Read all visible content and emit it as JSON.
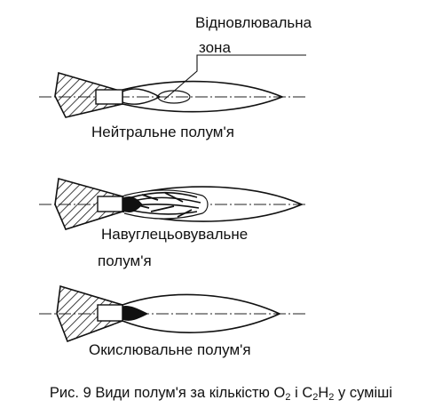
{
  "labels": {
    "reduction_zone_line1": "Відновлювальна",
    "reduction_zone_line2": "зона",
    "neutral_flame": "Нейтральне полум'я",
    "carburizing_flame_line1": "Навуглецьовувальне",
    "carburizing_flame_line2": "полум'я",
    "oxidizing_flame": "Окислювальне полум'я"
  },
  "caption": {
    "prefix": "Рис. 9 Види полум'я за кількістю O",
    "o2_sub": "2",
    "middle": " і C",
    "c_sub": "2",
    "h": "H",
    "h2_sub": "2",
    "suffix": " у суміші"
  }
}
